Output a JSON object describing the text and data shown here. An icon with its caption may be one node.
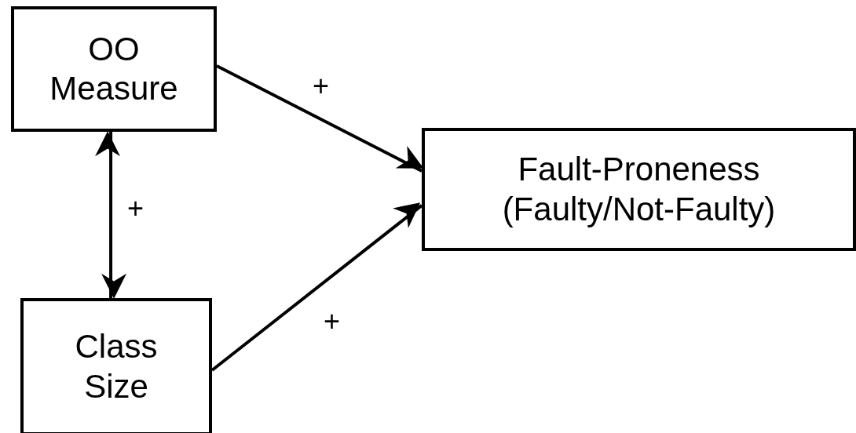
{
  "diagram": {
    "nodes": [
      {
        "text": [
          "OO Measure"
        ]
      },
      {
        "text": [
          "Fault-Proneness (Faulty/Not-Faulty)"
        ]
      },
      {
        "text": [
          "Class Size"
        ]
      }
    ],
    "edges": [
      {
        "from": 0,
        "to": 1,
        "arrow": "to",
        "label": "+"
      },
      {
        "from": 2,
        "to": 1,
        "arrow": "to",
        "label": "+"
      },
      {
        "from": 0,
        "to": 2,
        "arrow": "both",
        "label": "+"
      }
    ]
  }
}
